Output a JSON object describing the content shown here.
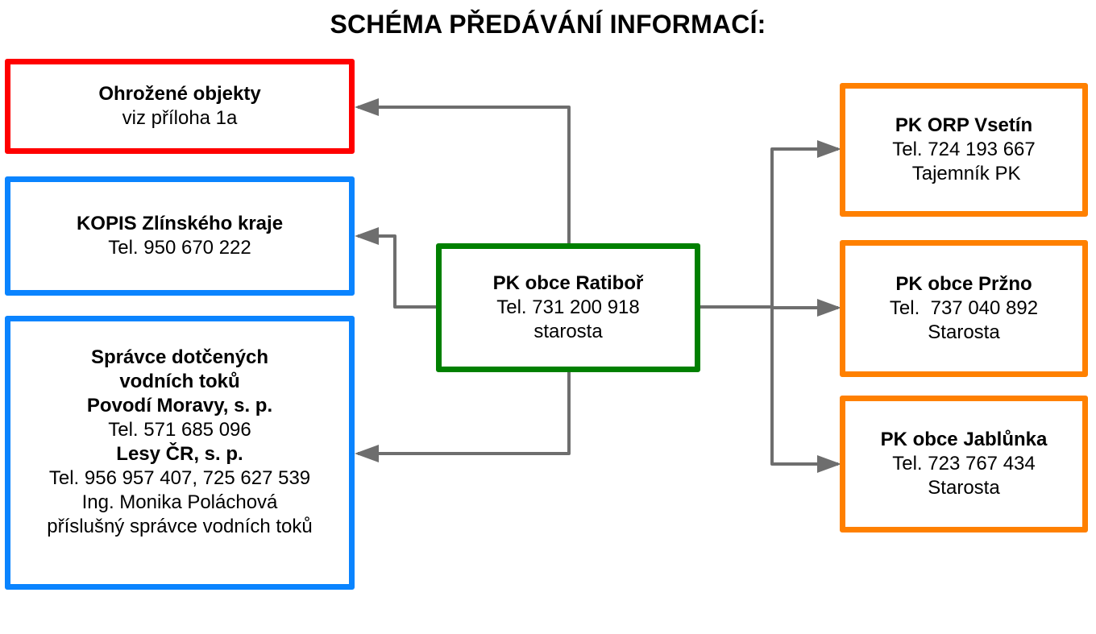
{
  "title": "SCHÉMA PŘEDÁVÁNÍ INFORMACÍ:",
  "colors": {
    "red": "#ff0000",
    "blue": "#0a84ff",
    "green": "#008000",
    "orange": "#ff8000",
    "connector": "#6e6e6e"
  },
  "boxes": {
    "ohrozene": {
      "lines": [
        {
          "text": "Ohrožené objekty",
          "bold": true
        },
        {
          "text": "viz příloha 1a",
          "bold": false
        }
      ]
    },
    "kopis": {
      "lines": [
        {
          "text": "KOPIS Zlínského kraje",
          "bold": true
        },
        {
          "text": "Tel. 950 670 222",
          "bold": false
        }
      ]
    },
    "spravce": {
      "lines": [
        {
          "text": "Správce dotčených",
          "bold": true
        },
        {
          "text": "vodních toků",
          "bold": true
        },
        {
          "text": "Povodí Moravy, s. p.",
          "bold": true
        },
        {
          "text": "Tel. 571 685 096",
          "bold": false
        },
        {
          "text": "Lesy ČR, s. p.",
          "bold": true
        },
        {
          "text": "Tel. 956 957 407, 725 627 539",
          "bold": false
        },
        {
          "text": "Ing. Monika Poláchová",
          "bold": false
        },
        {
          "text": "příslušný správce vodních toků",
          "bold": false
        }
      ]
    },
    "ratibor": {
      "lines": [
        {
          "text": "PK obce Ratiboř",
          "bold": true
        },
        {
          "text": "Tel. 731 200 918",
          "bold": false
        },
        {
          "text": "starosta",
          "bold": false
        }
      ]
    },
    "vsetin": {
      "lines": [
        {
          "text": "PK ORP Vsetín",
          "bold": true
        },
        {
          "text": "Tel. 724 193 667",
          "bold": false
        },
        {
          "text": " Tajemník PK",
          "bold": false
        }
      ]
    },
    "przno": {
      "lines": [
        {
          "text": "PK obce Pržno",
          "bold": true
        },
        {
          "text": "Tel.  737 040 892",
          "bold": false
        },
        {
          "text": "Starosta",
          "bold": false
        }
      ]
    },
    "jablunka": {
      "lines": [
        {
          "text": "PK obce Jablůnka",
          "bold": true
        },
        {
          "text": "Tel. 723 767 434",
          "bold": false
        },
        {
          "text": "Starosta",
          "bold": false
        }
      ]
    }
  }
}
